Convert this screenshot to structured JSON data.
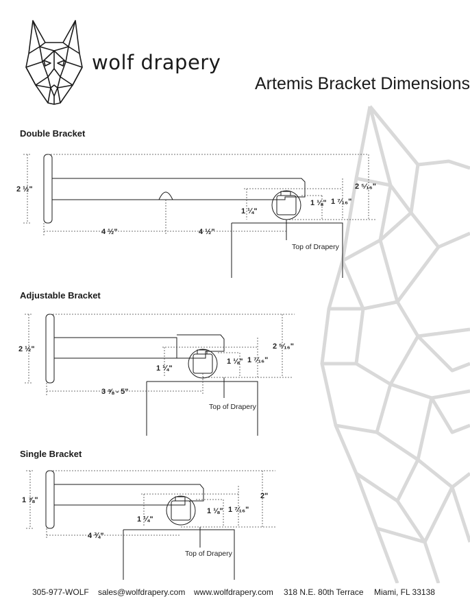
{
  "brand": {
    "name": "wolf drapery",
    "logo_icon": "wolf-head-logo-icon",
    "watermark_icon": "wolf-watermark-icon"
  },
  "title": "Artemis Bracket Dimensions",
  "colors": {
    "ink": "#1a1a1a",
    "watermark": "#d9d9d9"
  },
  "sections": [
    {
      "title": "Double Bracket",
      "dims": {
        "height": "2 ½\"",
        "rod_height": "2 ⁵⁄₁₆\"",
        "rod_offset": "1 ¼\"",
        "rod_inner": "1 ⅛\"",
        "rod_outer": "1 ⁷⁄₁₆\"",
        "depth_1": "4 ½\"",
        "depth_2": "4 ½\"",
        "top_of_drapery": "Top of Drapery"
      }
    },
    {
      "title": "Adjustable Bracket",
      "dims": {
        "height": "2 ½\"",
        "rod_height": "2 ⁵⁄₁₆\"",
        "rod_offset": "1 ¼\"",
        "rod_inner": "1 ⅛\"",
        "rod_outer": "1 ⁷⁄₁₆\"",
        "depth": "3 ⅝ - 5\"",
        "top_of_drapery": "Top of Drapery"
      }
    },
    {
      "title": "Single Bracket",
      "dims": {
        "height": "1 ⅞\"",
        "rod_height": "2\"",
        "rod_offset": "1 ¼\"",
        "rod_inner": "1 ⅛\"",
        "rod_outer": "1 ⁷⁄₁₆\"",
        "depth": "4 ¾\"",
        "top_of_drapery": "Top of Drapery"
      }
    }
  ],
  "footer": {
    "phone": "305-977-WOLF",
    "email": "sales@wolfdrapery.com",
    "website": "www.wolfdrapery.com",
    "address": "318 N.E. 80th Terrace",
    "city": "Miami, FL 33138"
  }
}
